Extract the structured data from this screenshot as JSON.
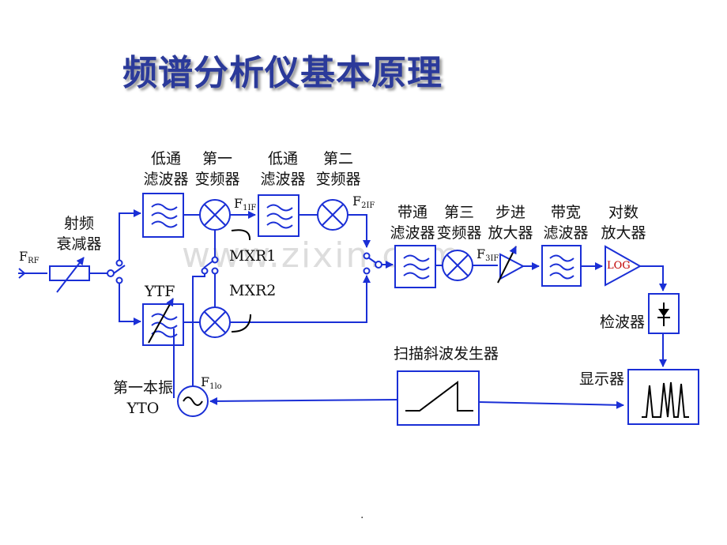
{
  "title": "频谱分析仪基本原理",
  "watermark": "www.zixin.com",
  "footer_dot": ".",
  "labels": {
    "lpf1": [
      "低通",
      "滤波器"
    ],
    "mix1": [
      "第一",
      "变频器"
    ],
    "lpf2": [
      "低通",
      "滤波器"
    ],
    "mix2": [
      "第二",
      "变频器"
    ],
    "bpf": [
      "带通",
      "滤波器"
    ],
    "mix3": [
      "第三",
      "变频器"
    ],
    "step_amp": [
      "步进",
      "放大器"
    ],
    "rbw": [
      "带宽",
      "滤波器"
    ],
    "log_amp": [
      "对数",
      "放大器"
    ],
    "attenuator": [
      "射频",
      "衰减器"
    ],
    "ytf": "YTF",
    "mxr1": "MXR1",
    "mxr2": "MXR2",
    "detector": "检波器",
    "sweep": "扫描斜波发生器",
    "display": "显示器",
    "lo": [
      "第一本振",
      "YTO"
    ],
    "log_text": "LOG"
  },
  "signals": {
    "frf": {
      "main": "F",
      "sub": "RF"
    },
    "f1if": {
      "main": "F",
      "sub": "1IF"
    },
    "f2if": {
      "main": "F",
      "sub": "2IF"
    },
    "f3if": {
      "main": "F",
      "sub": "3IF"
    },
    "f1lo": {
      "main": "F",
      "sub": "1lo"
    }
  },
  "colors": {
    "wire": "#1a2fd6",
    "title": "#2b3a9a",
    "log_text": "#c00000"
  }
}
